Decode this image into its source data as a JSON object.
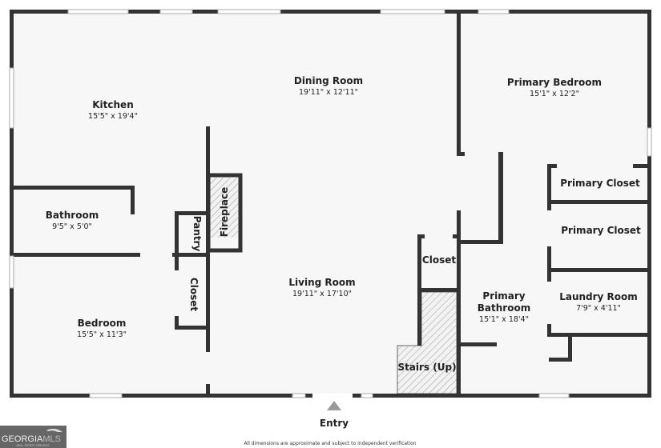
{
  "rooms": {
    "kitchen": {
      "name": "Kitchen",
      "dim": "15'5\" x 19'4\""
    },
    "dining": {
      "name": "Dining Room",
      "dim": "19'11\" x 12'11\""
    },
    "primary_bedroom": {
      "name": "Primary Bedroom",
      "dim": "15'1\" x 12'2\""
    },
    "bathroom": {
      "name": "Bathroom",
      "dim": "9'5\" x 5'0\""
    },
    "pantry": {
      "name": "Pantry"
    },
    "fireplace": {
      "name": "Fireplace"
    },
    "closet_left": {
      "name": "Closet"
    },
    "bedroom": {
      "name": "Bedroom",
      "dim": "15'5\" x 11'3\""
    },
    "living": {
      "name": "Living Room",
      "dim": "19'11\" x 17'10\""
    },
    "closet_mid": {
      "name": "Closet"
    },
    "stairs": {
      "name": "Stairs (Up)"
    },
    "primary_bathroom": {
      "name_line1": "Primary",
      "name_line2": "Bathroom",
      "dim": "15'1\" x 18'4\""
    },
    "primary_closet_1": {
      "name": "Primary Closet"
    },
    "primary_closet_2": {
      "name": "Primary Closet"
    },
    "laundry": {
      "name": "Laundry Room",
      "dim": "7'9\" x 4'11\""
    }
  },
  "entry": "Entry",
  "footer_note": "All dimensions are approximate and subject to independent verification",
  "logo": {
    "text": "GEORGIAMLS",
    "sub": "REAL ESTATE SERVICES"
  },
  "colors": {
    "wall": "#333333",
    "floor": "#f7f7f7",
    "entry_arrow": "#999999"
  }
}
